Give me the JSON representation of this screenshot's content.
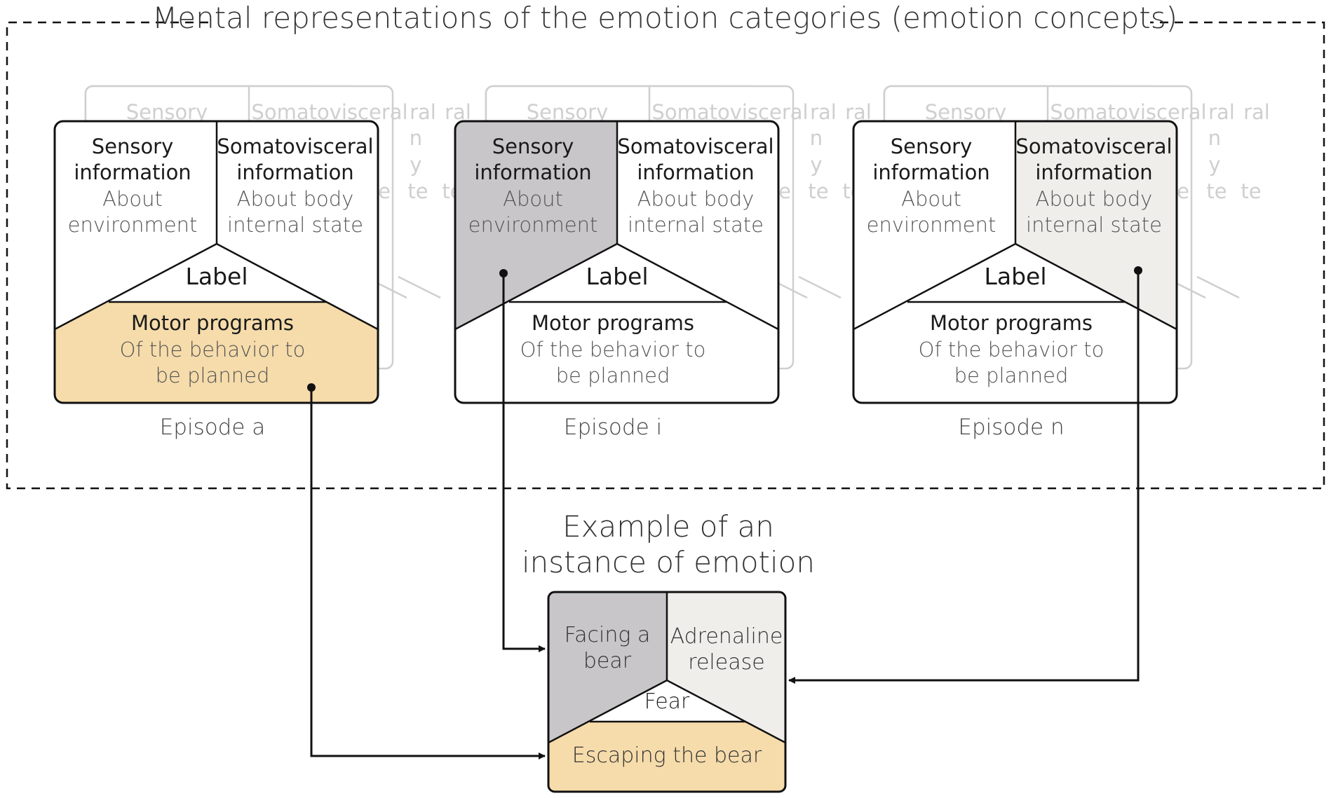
{
  "title": "Mental representations of the emotion categories (emotion concepts)",
  "colors": {
    "sensory_fill": "#c8c6c9",
    "motor_fill": "#f6dcab",
    "somato_fill": "#f0eeeb",
    "ghost_stroke": "#cfcfcf",
    "ink": "#111111"
  },
  "card": {
    "sensory_head": [
      "Sensory",
      "information"
    ],
    "sensory_sub": [
      "About",
      "environment"
    ],
    "somato_head": [
      "Somatovisceral",
      "information"
    ],
    "somato_sub": [
      "About body",
      "internal state"
    ],
    "label": "Label",
    "motor_head": "Motor programs",
    "motor_sub": [
      "Of the behavior to",
      "be planned"
    ]
  },
  "ghost_text": {
    "sensory": "Sensory",
    "somato": "Somatovisceral",
    "ral": "ral",
    "n": "n",
    "y": "y",
    "e": "e",
    "te": "te"
  },
  "episodes": [
    {
      "label": "Episode a",
      "highlight": "motor"
    },
    {
      "label": "Episode i",
      "highlight": "sensory"
    },
    {
      "label": "Episode n",
      "highlight": "somato"
    }
  ],
  "example": {
    "title": [
      "Example of an",
      "instance of emotion"
    ],
    "sensory": [
      "Facing a",
      "bear"
    ],
    "somato": [
      "Adrenaline",
      "release"
    ],
    "label": "Fear",
    "motor": "Escaping the bear"
  }
}
